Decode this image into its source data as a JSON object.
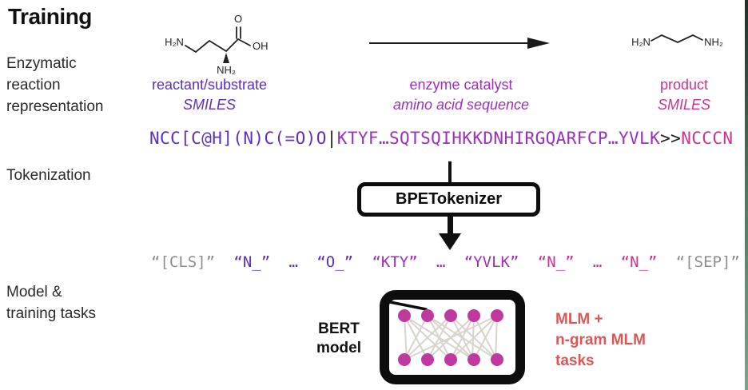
{
  "page_title": "Training",
  "side_labels": {
    "representation": [
      "Enzymatic",
      "reaction",
      "representation"
    ],
    "tokenization": "Tokenization",
    "model": [
      "Model &",
      "training tasks"
    ]
  },
  "reaction_row": {
    "reactant": {
      "label": "reactant/substrate",
      "sublabel": "SMILES",
      "color": "#5f2ec0"
    },
    "enzyme": {
      "label": "enzyme catalyst",
      "sublabel": "amino acid sequence",
      "color": "#9c2fbb"
    },
    "product": {
      "label": "product",
      "sublabel": "SMILES",
      "color": "#cc3390"
    }
  },
  "molecules": {
    "reactant": {
      "n_terminal": "H₂N",
      "alpha_amine": "NH₂",
      "carbonyl_oxygen": "O",
      "hydroxyl": "OH"
    },
    "product": {
      "left_amine": "H₂N",
      "right_amine": "NH₂"
    }
  },
  "smiles_string": {
    "reactant_part": "NCC[C@H](N)C(=O)O",
    "separator": "|",
    "enzyme_part": "KTYF…SQTSQIHKKDNHIRGQARFCP…YVLK",
    "reaction_arrow": ">>",
    "product_part": "NCCCN"
  },
  "tokenizer": {
    "label": "BPETokenizer"
  },
  "token_row": [
    {
      "text": "“[CLS]”",
      "segment": "special"
    },
    {
      "text": "“N_”",
      "segment": "reactant"
    },
    {
      "text": "…",
      "segment": "reactant"
    },
    {
      "text": "“O_”",
      "segment": "reactant"
    },
    {
      "text": "“KTY”",
      "segment": "enzyme"
    },
    {
      "text": "…",
      "segment": "enzyme"
    },
    {
      "text": "“YVLK”",
      "segment": "enzyme"
    },
    {
      "text": "“N_”",
      "segment": "product"
    },
    {
      "text": "…",
      "segment": "product"
    },
    {
      "text": "“N_”",
      "segment": "product"
    },
    {
      "text": "“[SEP]”",
      "segment": "special"
    }
  ],
  "model_section": {
    "model_name": [
      "BERT",
      "model"
    ],
    "tasks": [
      "MLM +",
      "n-gram MLM",
      "tasks"
    ],
    "tasks_color": "#db5757",
    "node_color": "#bf399e"
  },
  "colors": {
    "reactant_purple": "#5f2ec0",
    "enzyme_magenta": "#9c2fbb",
    "product_pink": "#cc3390",
    "special_token_gray": "#8d8d8d",
    "tasks_red": "#db5757",
    "node_magenta": "#bf399e"
  }
}
